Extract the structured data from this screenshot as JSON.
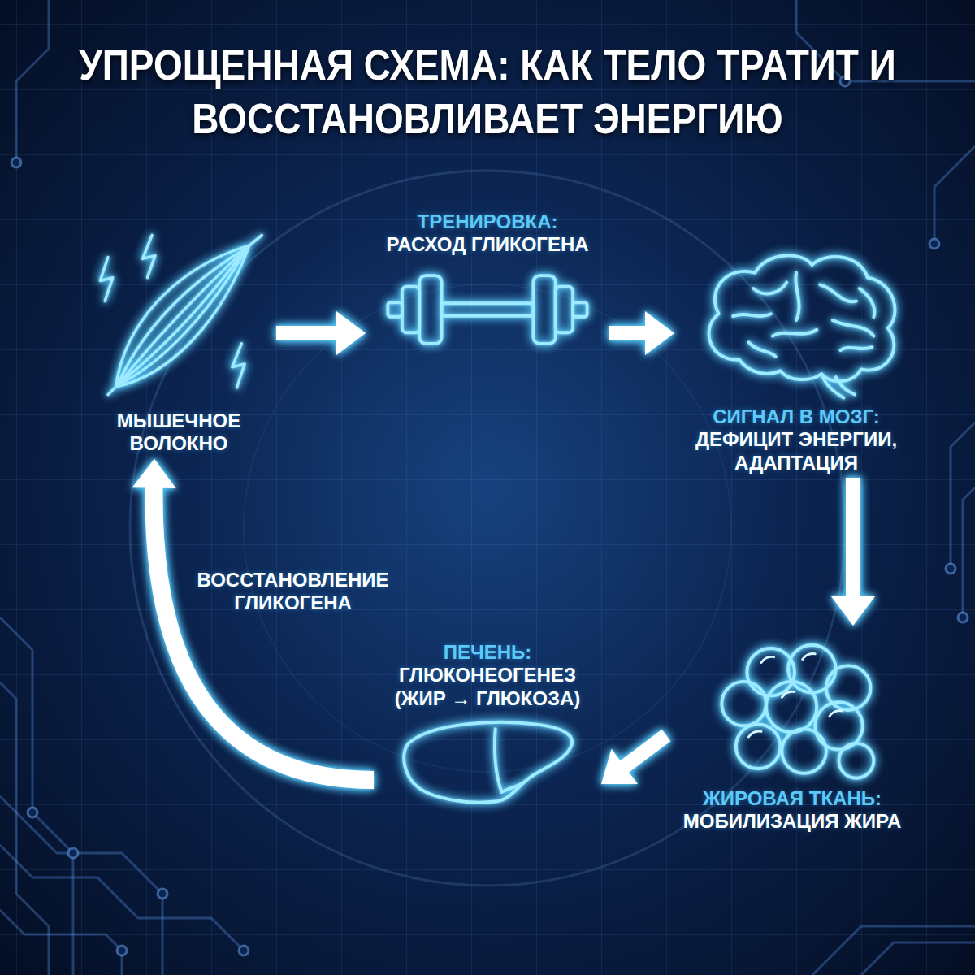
{
  "diagram": {
    "title": "УПРОЩЕННАЯ СХЕМА: КАК ТЕЛО ТРАТИТ И ВОССТАНОВЛИВАЕТ ЭНЕРГИЮ",
    "nodes": [
      {
        "text": [
          "МЫШЕЧНОЕ ВОЛОКНО"
        ]
      },
      {
        "text": [
          "ТРЕНИРОВКА:",
          "РАСХОД ГЛИКОГЕНА"
        ]
      },
      {
        "text": [
          "СИГНАЛ В МОЗГ:",
          "ДЕФИЦИТ ЭНЕРГИИ, АДАПТАЦИЯ"
        ]
      },
      {
        "text": [
          "ЖИРОВАЯ ТКАНЬ:",
          "МОБИЛИЗАЦИЯ ЖИРА"
        ]
      },
      {
        "text": [
          "ПЕЧЕНЬ:",
          "ГЛЮКОНЕОГЕНЕЗ (ЖИР → ГЛЮКОЗА)"
        ]
      }
    ],
    "edges": [
      {
        "from": 0,
        "to": 1,
        "arrow": "to"
      },
      {
        "from": 1,
        "to": 2,
        "arrow": "to"
      },
      {
        "from": 2,
        "to": 3,
        "arrow": "to"
      },
      {
        "from": 3,
        "to": 4,
        "arrow": "to"
      },
      {
        "from": 4,
        "to": 0,
        "label": "ВОССТАНОВЛЕНИЕ ГЛИКОГЕНА",
        "arrow": "to"
      }
    ]
  }
}
